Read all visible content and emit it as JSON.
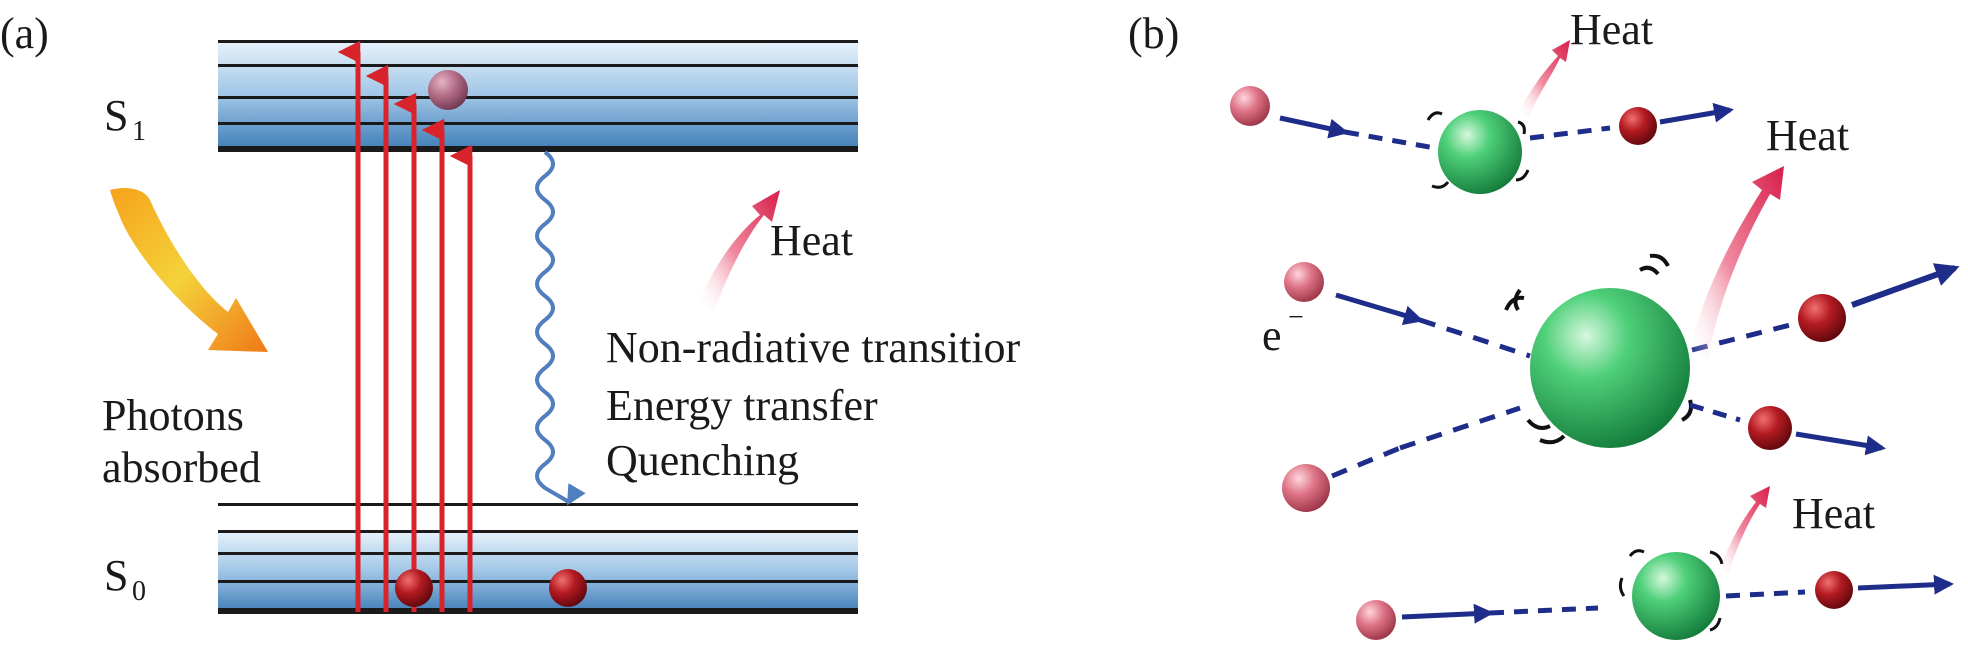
{
  "panel_a": {
    "label": "(a)",
    "s1_letter": "S",
    "s1_sub": "1",
    "s0_letter": "S",
    "s0_sub": "0",
    "absorbed_line1": "Photons",
    "absorbed_line2": "absorbed",
    "heat": "Heat",
    "process_line1": "Non-radiative transitior",
    "process_line2": "Energy transfer",
    "process_line3": "Quenching"
  },
  "panel_b": {
    "label": "(b)",
    "heat_top": "Heat",
    "heat_upper_right": "Heat",
    "heat_bottom": "Heat",
    "electron_letter": "e",
    "electron_sup": "−"
  },
  "colors": {
    "band_dark": "#4a86bd",
    "band_light": "#d6e8f6",
    "excitation_arrow": "#d8232a",
    "wavy_arrow": "#4f7fbf",
    "electron_arrow": "#1f2d8a",
    "nanoparticle": "#2aae55",
    "electron_pink": "#d86a7a",
    "electron_dark": "#b01a24"
  }
}
